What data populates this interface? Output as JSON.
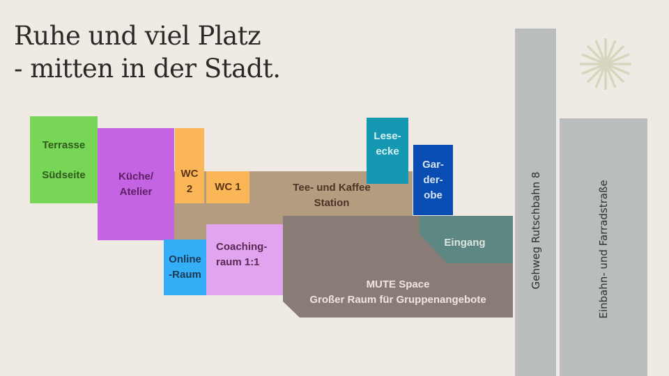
{
  "title": {
    "line1": "Ruhe und viel Platz",
    "line2": "- mitten in der Stadt."
  },
  "rooms": {
    "terrasse": {
      "line1": "Terrasse",
      "line2": "Südseite",
      "color": "#78d657",
      "text_color": "#2f5a1c"
    },
    "kueche": {
      "line1": "Küche/",
      "line2": "Atelier",
      "color": "#c564e3",
      "text_color": "#5a2063"
    },
    "wc2": {
      "line1": "WC",
      "line2": "2",
      "color": "#fbb757",
      "text_color": "#5c3512"
    },
    "wc1": {
      "label": "WC 1",
      "color": "#fbb757",
      "text_color": "#5c3512"
    },
    "tee": {
      "line1": "Tee- und Kaffee",
      "line2": "Station",
      "color": "#b49c80",
      "text_color": "#4a3426"
    },
    "lese": {
      "line1": "Lese-",
      "line2": "ecke",
      "color": "#1599b2",
      "text_color": "#d6f1f3"
    },
    "garderobe": {
      "line1": "Gar-",
      "line2": "der-",
      "line3": "obe",
      "color": "#0a4db2",
      "text_color": "#d8e4f5"
    },
    "eingang": {
      "label": "Eingang",
      "color": "#5c8783",
      "text_color": "#dbe6dc"
    },
    "online": {
      "line1": "Online",
      "line2": "-Raum",
      "color": "#33aef7",
      "text_color": "#1c3a55"
    },
    "coaching": {
      "line1": "Coaching-",
      "line2": "raum 1:1",
      "color": "#e0a5ee",
      "text_color": "#5a2a55"
    },
    "mute": {
      "line1": "MUTE Space",
      "line2": "Großer Raum für Gruppenangebote",
      "color": "#897b75",
      "text_color": "#efe6de"
    }
  },
  "streets": {
    "gehweg": {
      "label": "Gehweg Rutschbahn 8",
      "color": "#babdbd"
    },
    "einbahn": {
      "label": "Einbahn- und Farradstraße",
      "color": "#babdbd"
    }
  },
  "decoration": {
    "icon": "sunburst-icon",
    "color": "#d8d5be"
  }
}
